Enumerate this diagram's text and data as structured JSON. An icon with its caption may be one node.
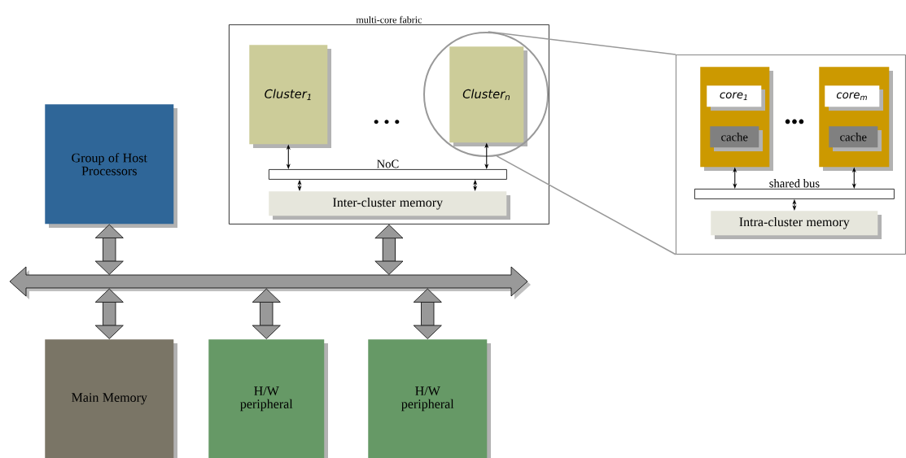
{
  "diagram": {
    "nodes": [
      {
        "text": [
          "Group of Host Processors"
        ]
      },
      {
        "text": [
          "multi-core fabric"
        ]
      },
      {
        "text": [
          "Cluster$_{1}$"
        ],
        "in": 1
      },
      {
        "text": [
          "Cluster$_{n}$"
        ],
        "in": 10
      },
      {
        "text": [
          "NoC"
        ],
        "in": 1
      },
      {
        "text": [
          "Inter-cluster memory"
        ],
        "in": 1
      },
      {
        "text": [],
        "shape": "bar"
      },
      {
        "text": [
          "Main Memory"
        ]
      },
      {
        "text": [
          "H/W peripheral"
        ]
      },
      {
        "text": [
          "H/W peripheral"
        ]
      },
      {
        "text": [],
        "shape": "circle",
        "in": 1
      },
      {
        "text": [],
        "shape": "box"
      },
      {
        "text": [],
        "shape": "box",
        "in": 11
      },
      {
        "text": [
          "core$_{1}$"
        ],
        "in": 12
      },
      {
        "text": [
          "cache"
        ],
        "in": 12
      },
      {
        "text": [],
        "shape": "box",
        "in": 11
      },
      {
        "text": [
          "core$_{m}$"
        ],
        "in": 15
      },
      {
        "text": [
          "cache"
        ],
        "in": 15
      },
      {
        "text": [
          "shared bus"
        ],
        "in": 11
      },
      {
        "text": [
          "Intra-cluster memory"
        ],
        "in": 11
      }
    ],
    "edges": [
      {
        "from": 0,
        "to": 6,
        "arrow": "both",
        "style": "thick"
      },
      {
        "from": 1,
        "to": 6,
        "arrow": "both",
        "style": "thick"
      },
      {
        "from": 6,
        "to": 7,
        "arrow": "both",
        "style": "thick"
      },
      {
        "from": 6,
        "to": 8,
        "arrow": "both",
        "style": "thick"
      },
      {
        "from": 6,
        "to": 9,
        "arrow": "both",
        "style": "thick"
      },
      {
        "from": 2,
        "to": 4,
        "arrow": "both"
      },
      {
        "from": 3,
        "to": 4,
        "arrow": "both"
      },
      {
        "from": 4,
        "to": 5,
        "arrow": "both"
      },
      {
        "from": 4,
        "to": 5,
        "arrow": "both"
      },
      {
        "from": 12,
        "to": 18,
        "arrow": "both"
      },
      {
        "from": 15,
        "to": 18,
        "arrow": "both"
      },
      {
        "from": 18,
        "to": 19,
        "arrow": "both"
      },
      {
        "from": 10,
        "to": 11,
        "arrow": "none",
        "color": "#999999"
      },
      {
        "from": 10,
        "to": 11,
        "arrow": "none",
        "color": "#999999"
      }
    ],
    "labels": [
      "• • •",
      "•••"
    ]
  }
}
